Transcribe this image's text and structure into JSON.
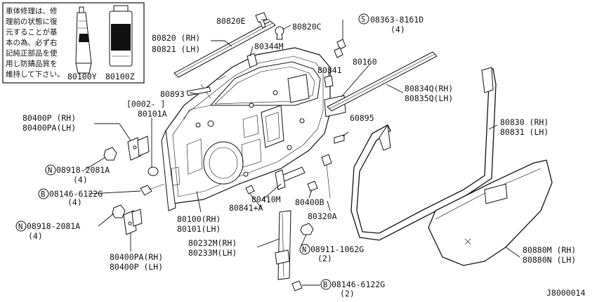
{
  "notice_box": {
    "lines": [
      "車体修理は、修",
      "理前の状態に復",
      "元することが基",
      "本の為、必ず右",
      "記純正部品を使",
      "用し防錆品質を",
      "維持して下さい。"
    ],
    "labels": [
      "80100Y",
      "80100Z"
    ]
  },
  "callouts": {
    "c80820e": "80820E",
    "c80820c": "80820C",
    "c08363": "08363-8161D",
    "c08363_qty": "(4)",
    "c80820": "80820 (RH)",
    "c80821": "80821 (LH)",
    "c80344m": "80344M",
    "c80841": "80841",
    "c80160": "80160",
    "c80834q": "80834Q(RH)",
    "c80835q": "80835Q(LH)",
    "c80893": "80893",
    "c_bracket": "[0002-     ]",
    "c80101a": "80101A",
    "c60895": "60895",
    "c80400p_rh": "80400P  (RH)",
    "c80400pa_lh": "80400PA(LH)",
    "c80830": "80830 (RH)",
    "c80831": "80831 (LH)",
    "c08918_a": "08918-2081A",
    "c08918_a_qty": "(4)",
    "c08146_a": "08146-6122G",
    "c08146_a_qty": "(4)",
    "c80410m": "80410M",
    "c80400b": "80400B",
    "c80841a": "80841+A",
    "c08918_b": "08918-2081A",
    "c08918_b_qty": "(4)",
    "c80100": "80100(RH)",
    "c80101": "80101(LH)",
    "c80320a": "80320A",
    "c80232m": "80232M(RH)",
    "c80233m": "80233M(LH)",
    "c08911": "08911-1062G",
    "c08911_qty": "(2)",
    "c80880m": "80880M (RH)",
    "c80880n": "80880N (LH)",
    "c80400pa_rh": "80400PA(RH)",
    "c80400p_lh": "80400P  (LH)",
    "c08146_b": "08146-6122G",
    "c08146_b_qty": "(2)"
  },
  "badges": {
    "s": "S",
    "n": "N",
    "b": "B"
  },
  "diagram_id": "J8000014"
}
